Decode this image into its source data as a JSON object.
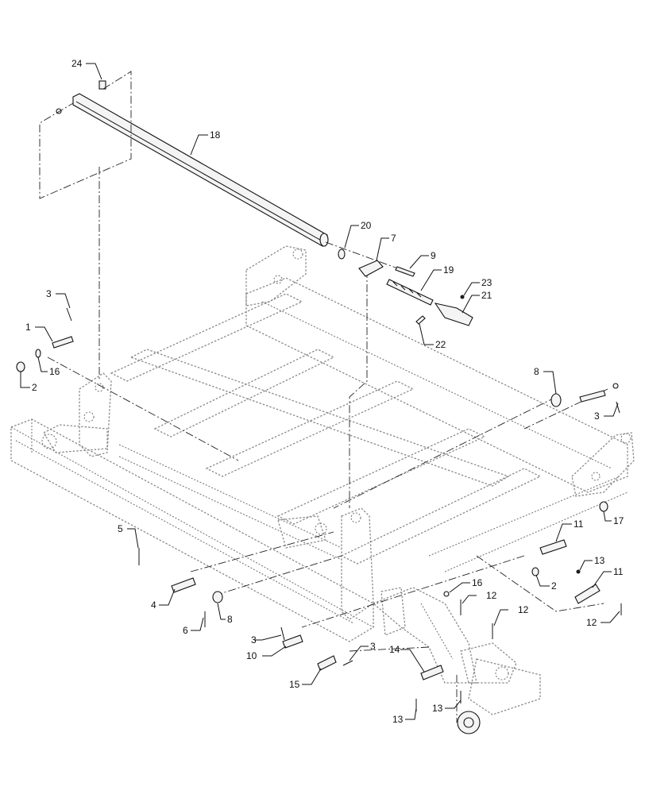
{
  "callouts": {
    "c24": "24",
    "c18": "18",
    "c20": "20",
    "c7": "7",
    "c9": "9",
    "c19": "19",
    "c23": "23",
    "c21": "21",
    "c22": "22",
    "c3a": "3",
    "c1": "1",
    "c16a": "16",
    "c2a": "2",
    "c8a": "8",
    "c3b": "3",
    "c17": "17",
    "c11a": "11",
    "c5": "5",
    "c13a": "13",
    "c11b": "11",
    "c2b": "2",
    "c16b": "16",
    "c12a": "12",
    "c4": "4",
    "c6": "6",
    "c8b": "8",
    "c12b": "12",
    "c12c": "12",
    "c3c": "3",
    "c10": "10",
    "c3d": "3",
    "c14": "14",
    "c15": "15",
    "c13b": "13",
    "c13c": "13"
  }
}
